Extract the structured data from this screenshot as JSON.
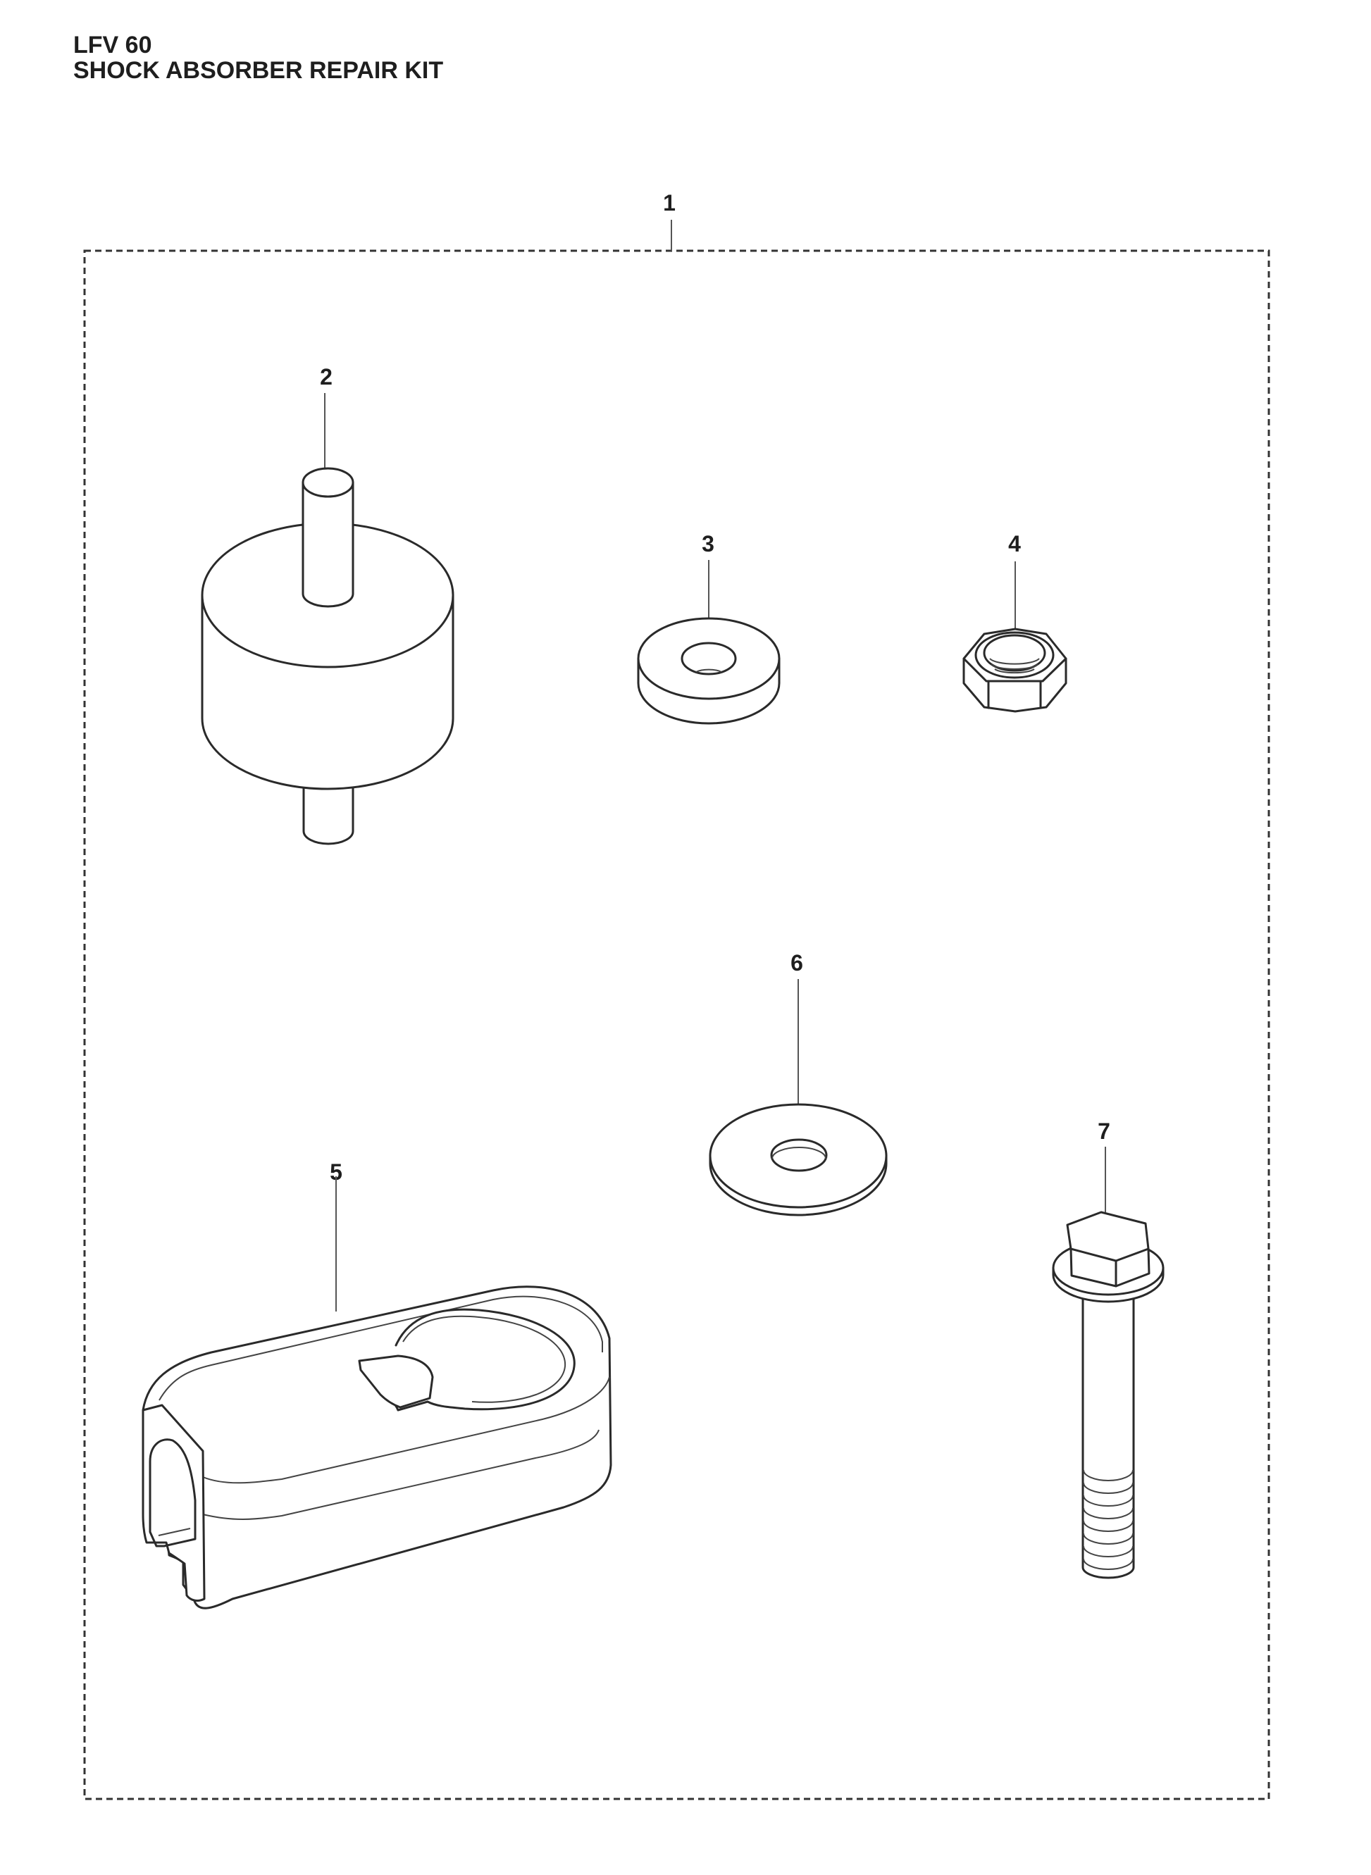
{
  "header": {
    "model": "LFV 60",
    "title": "SHOCK ABSORBER REPAIR KIT"
  },
  "diagram": {
    "kit_callout": "1",
    "parts": [
      {
        "callout": "2",
        "depiction": "rubber-shock-absorber-icon"
      },
      {
        "callout": "3",
        "depiction": "thick-washer-icon"
      },
      {
        "callout": "4",
        "depiction": "hex-nut-icon"
      },
      {
        "callout": "5",
        "depiction": "handle-clamp-cover-icon"
      },
      {
        "callout": "6",
        "depiction": "flat-washer-icon"
      },
      {
        "callout": "7",
        "depiction": "flange-bolt-icon"
      }
    ]
  }
}
